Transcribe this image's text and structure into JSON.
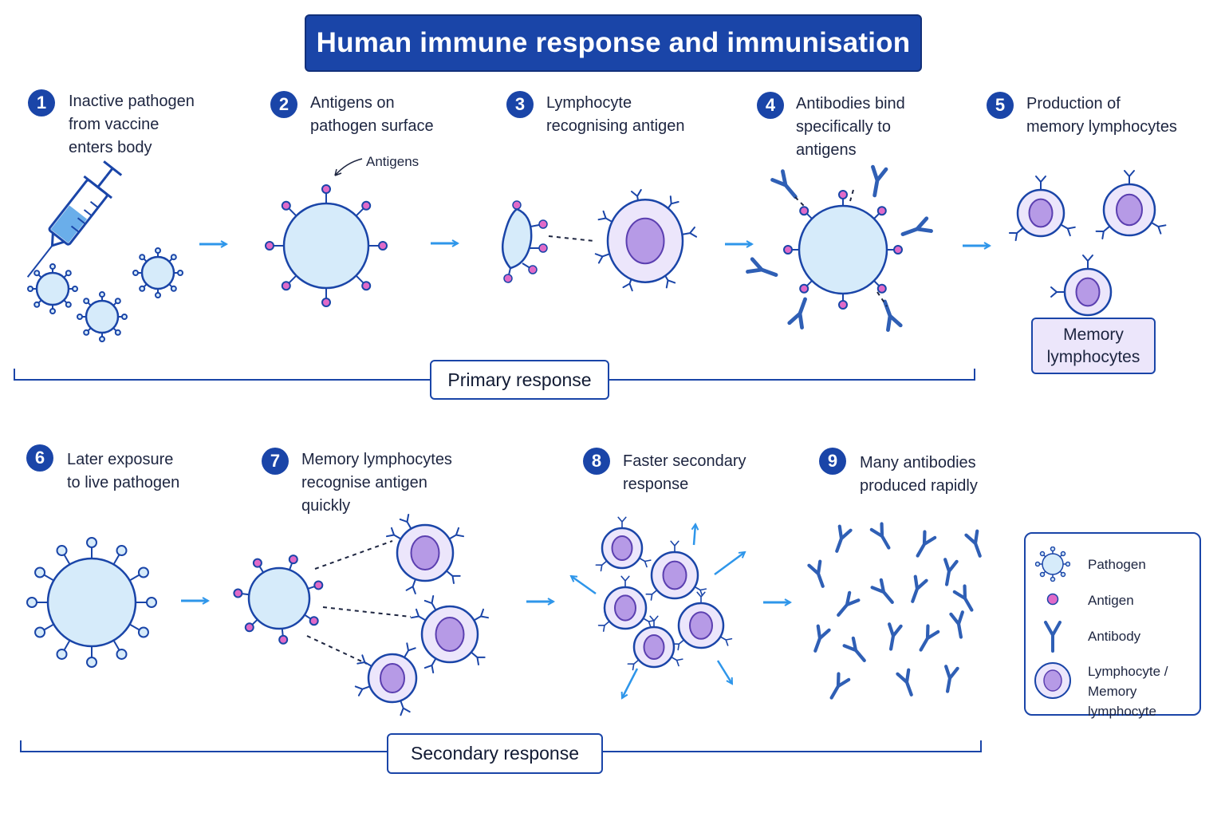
{
  "title": "Human immune response and immunisation",
  "steps": [
    {
      "number": "1",
      "text": "Inactive pathogen\nfrom vaccine\nenters body"
    },
    {
      "number": "2",
      "text": "Antigens on\npathogen surface"
    },
    {
      "number": "3",
      "text": "Lymphocyte\nrecognising antigen"
    },
    {
      "number": "4",
      "text": "Antibodies bind\nspecifically to\nantigens"
    },
    {
      "number": "5",
      "text": "Production of\nmemory lymphocytes"
    },
    {
      "number": "6",
      "text": "Later exposure\nto live pathogen"
    },
    {
      "number": "7",
      "text": "Memory lymphocytes\nrecognise antigen\nquickly"
    },
    {
      "number": "8",
      "text": "Faster secondary\nresponse"
    },
    {
      "number": "9",
      "text": "Many antibodies\nproduced rapidly"
    }
  ],
  "antigens_label": "Antigens",
  "memory_label": "Memory\nlymphocytes",
  "primary_label": "Primary response",
  "secondary_label": "Secondary response",
  "legend": {
    "pathogen": "Pathogen",
    "antigen": "Antigen",
    "antibody": "Antibody",
    "lymphocyte": "Lymphocyte /\nMemory lymphocyte"
  },
  "colors": {
    "navy": "#1a45a8",
    "pathogen_fill": "#d6ebfa",
    "antigen": "#e06ac8",
    "antibody": "#2f5fb5",
    "lymphocyte_fill": "#ece6fb",
    "nucleus": "#b69ae6",
    "arrow": "#2e96ea"
  }
}
